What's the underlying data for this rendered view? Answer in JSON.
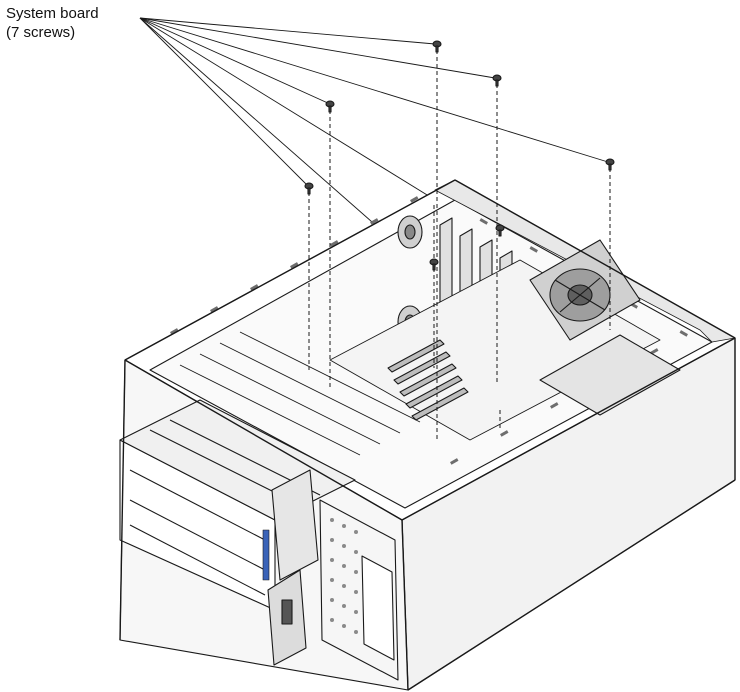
{
  "callout": {
    "line1": "System board",
    "line2": "(7 screws)"
  },
  "colors": {
    "line": "#1a1a1a",
    "metal": "#ffffff",
    "shade": "#d9d9d9",
    "dark": "#8c8c8c",
    "accent": "#3a63b8"
  },
  "screw_count": 7
}
